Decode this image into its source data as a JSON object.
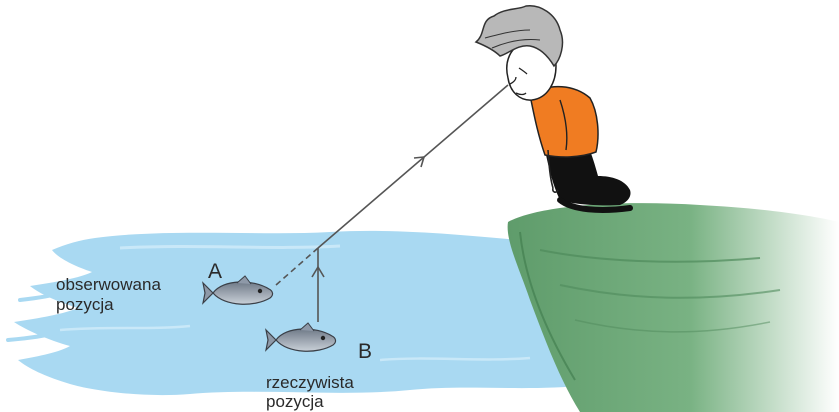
{
  "labels": {
    "point_a": "A",
    "point_b": "B",
    "observed_line1": "obserwowana",
    "observed_line2": "pozycja",
    "real_line1": "rzeczywista",
    "real_line2": "pozycja"
  },
  "colors": {
    "water": "#a9d9f2",
    "water_dark": "#8ecbea",
    "rock": "#6aa775",
    "rock_light": "#cfe4d3",
    "shirt": "#f07c22",
    "trousers": "#111111",
    "hair": "#b8b8b8",
    "fish": "#8e99a8",
    "ray": "#555555"
  }
}
